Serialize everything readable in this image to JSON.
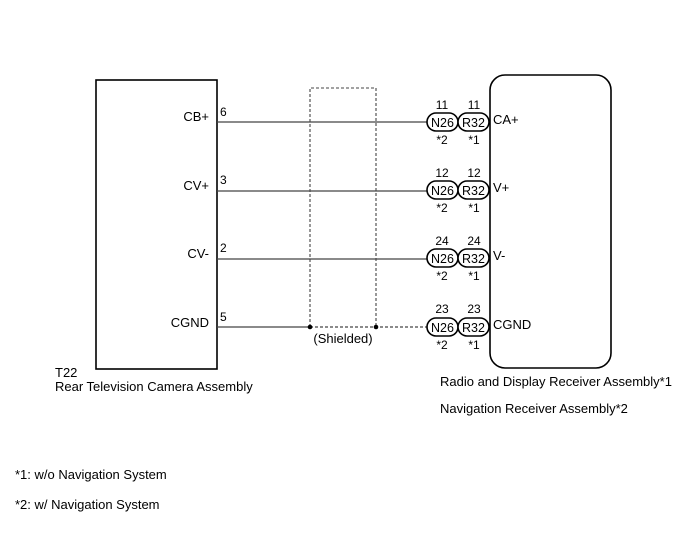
{
  "left_component": {
    "code": "T22",
    "name": "Rear Television Camera Assembly"
  },
  "right_component": {
    "name_1": "Radio and Display Receiver Assembly*1",
    "name_2": "Navigation Receiver Assembly*2"
  },
  "connector_a": {
    "code": "N26",
    "note": "*2"
  },
  "connector_b": {
    "code": "R32",
    "note": "*1"
  },
  "shield_label": "(Shielded)",
  "wires": [
    {
      "left_label": "CB+",
      "left_pin": "6",
      "n26_pin": "11",
      "r32_pin": "11",
      "right_label": "CA+",
      "shielded": false
    },
    {
      "left_label": "CV+",
      "left_pin": "3",
      "n26_pin": "12",
      "r32_pin": "12",
      "right_label": "V+",
      "shielded": false
    },
    {
      "left_label": "CV-",
      "left_pin": "2",
      "n26_pin": "24",
      "r32_pin": "24",
      "right_label": "V-",
      "shielded": false
    },
    {
      "left_label": "CGND",
      "left_pin": "5",
      "n26_pin": "23",
      "r32_pin": "23",
      "right_label": "CGND",
      "shielded": true
    }
  ],
  "footnotes": [
    "*1: w/o Navigation System",
    "*2: w/ Navigation System"
  ]
}
